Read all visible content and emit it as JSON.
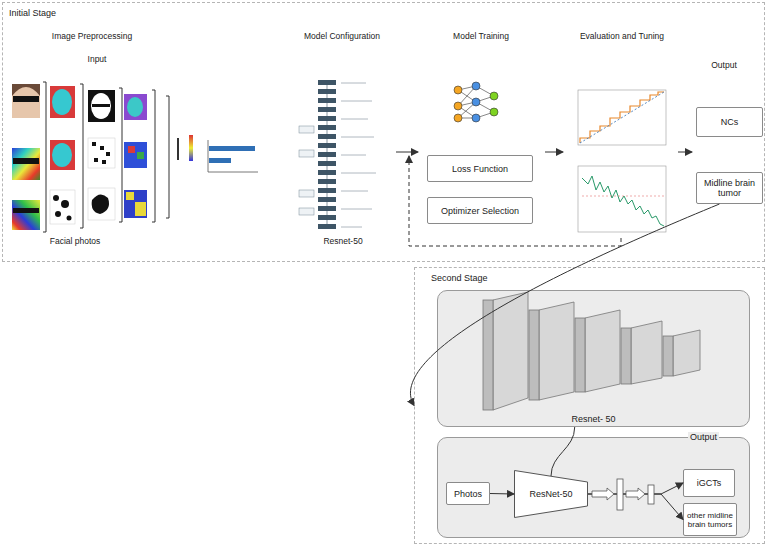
{
  "diagram": {
    "nodes": [
      {
        "text": [
          "Initial Stage"
        ]
      },
      {
        "text": [
          "Loss Function"
        ],
        "in": 0
      },
      {
        "text": [
          "Optimizer Selection"
        ],
        "in": 0
      },
      {
        "text": [
          "NCs"
        ],
        "in": 0
      },
      {
        "text": [
          "Midline brain tumor"
        ],
        "in": 0
      },
      {
        "text": [
          "Second Stage"
        ]
      },
      {
        "text": [
          "Resnet- 50"
        ],
        "in": 5
      },
      {
        "text": [
          "Output"
        ],
        "in": 5
      },
      {
        "text": [
          "Photos"
        ],
        "in": 7
      },
      {
        "text": [
          "ResNet-50"
        ],
        "in": 7
      },
      {
        "text": [
          "iGCTs"
        ],
        "in": 7
      },
      {
        "text": [
          "other midline brain tumors"
        ],
        "in": 7
      }
    ],
    "edges": [
      {
        "from": 4,
        "to": 5,
        "arrow": "to"
      },
      {
        "from": 6,
        "to": 9,
        "arrow": "none"
      },
      {
        "from": 8,
        "to": 9,
        "arrow": "to"
      },
      {
        "from": 9,
        "to": 10,
        "arrow": "to"
      },
      {
        "from": 9,
        "to": 11,
        "arrow": "to"
      }
    ],
    "labels": [
      "Image Preprocessing",
      "Input",
      "Model Configuration",
      "Model Training",
      "Evaluation and Tuning",
      "Output",
      "Facial photos",
      "Resnet-50"
    ]
  }
}
